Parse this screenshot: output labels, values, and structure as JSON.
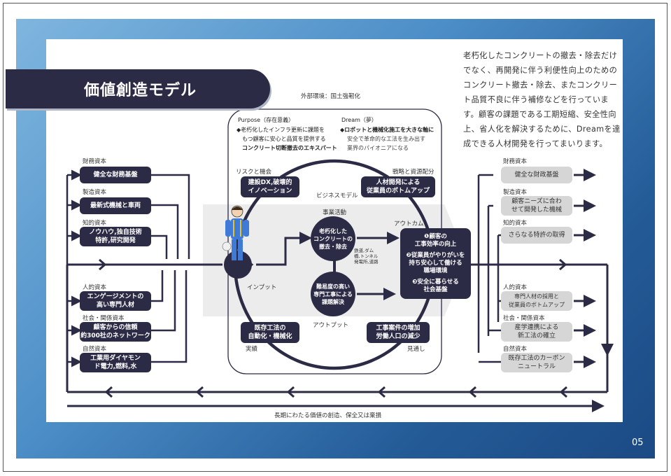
{
  "header": {
    "title": "価値創造モデル"
  },
  "intro": {
    "text": "老朽化したコンクリートの撤去・除去だけでなく、再開発に伴う利便性向上のためのコンクリート撤去・除去、またコンクリート品質不良に伴う補修などを行っています。顧客の課題である工期短縮、安全性向上、省人化を解決するために、Dreamを達成できる人材開発を行ってまいります。"
  },
  "diagram": {
    "external_env": "外部環境：国土強靭化",
    "purpose": {
      "heading": "Purpose（存在意義）",
      "line1": "◆老朽化したインフラ更新に課題を",
      "line2": "もつ顧客に安心と品質を提供する",
      "line3": "コンクリート切断撤去のエキスパート"
    },
    "dream": {
      "heading": "Dream（夢）",
      "line1": "◆ロボットと機械化施工を大きな軸に",
      "line2": "安全で革命的な工法を生み出す",
      "line3": "業界のパイオニアになる"
    },
    "risk_label": "リスクと機会",
    "risk_box": "建設DX,破壊的\nイノベーション",
    "strategy_label": "戦略と資源配分",
    "strategy_box": "人材開発による\n従業員のボトムアップ",
    "business_model": "ビジネスモデル",
    "business_activity": "事業活動",
    "activity_circle": "老朽化した\nコンクリートの\n撤去・除去",
    "activity_note": "鉄道,ダム\n橋,トンネル\n発電所,道路",
    "solution_circle": "難易度の高い\n専門工事による\n課題解決",
    "outcome_label": "アウトカム",
    "outcome": {
      "item1": "❶顧客の\n工事効率の向上",
      "item2": "❷従業員がやりがいを\n持ち安心して働ける\n職場環境",
      "item3": "❸安全に暮らせる\n社会基盤"
    },
    "input_label": "インプット",
    "output_label": "アウトプット",
    "results_box": "既存工法の\n自動化・機械化",
    "results_label": "実績",
    "outlook_box": "工事案件の増加\n労働人口の減少",
    "outlook_label": "見通し",
    "bottom_caption": "長期にわたる価値の創造、保全又は棄損",
    "capitals_in": [
      {
        "category": "財務資本",
        "label": "健全な財務基盤"
      },
      {
        "category": "製造資本",
        "label": "最新式機械と車両"
      },
      {
        "category": "知的資本",
        "label": "ノウハウ,独自技術\n特許,研究開発"
      },
      {
        "category": "人的資本",
        "label": "エンゲージメントの\n高い専門人材"
      },
      {
        "category": "社会・関係資本",
        "label": "顧客からの信頼\n約300社のネットワーク"
      },
      {
        "category": "自然資本",
        "label": "工業用ダイヤモン\nド電力,燃料,水"
      }
    ],
    "capitals_out": [
      {
        "category": "財務資本",
        "label": "健全な財政基盤"
      },
      {
        "category": "製造資本",
        "label": "顧客ニーズに合わ\nせて開発した機械"
      },
      {
        "category": "知的資本",
        "label": "さらなる特許の取得"
      },
      {
        "category": "人的資本",
        "label": "専門人材の採用と\n従業員のボトムアップ"
      },
      {
        "category": "社会・関係資本",
        "label": "産学連携による\n新工法の確立"
      },
      {
        "category": "自然資本",
        "label": "既存工法のカーボン\nニュートラル"
      }
    ]
  },
  "page_number": "05",
  "colors": {
    "navy": "#2c2b45",
    "gray_box": "#d6d6d6",
    "blue_bg": "#2d6aa8"
  }
}
